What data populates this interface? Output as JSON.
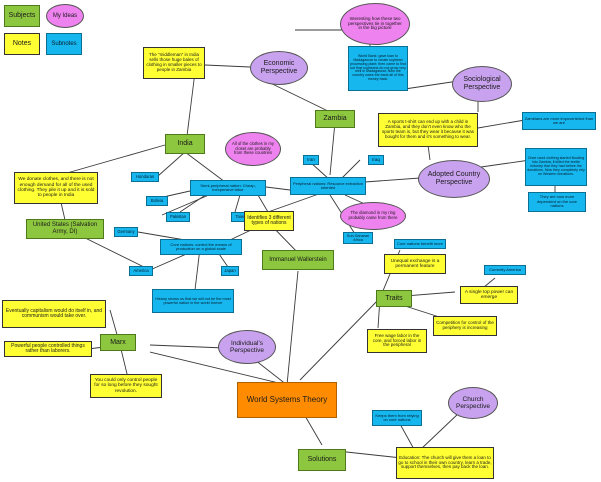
{
  "legend": {
    "subjects": "Subjects",
    "my_ideas": "My Ideas",
    "notes": "Notes",
    "subnotes": "Subnotes"
  },
  "nodes": {
    "interesting": "Interesting how these two perspectives tie in together in the big picture",
    "middleman": "The \"middleman\" in India sells those huge bales of clothing in smaller pieces to people in Zambia",
    "economic": "Economic Perspective",
    "world_bank": "World Bank: gave loan to Madagascar to create soybean processing plant; then came to find out that soybeans do not grow very well in Madagascar. Now the country owes the bank all of this money back.",
    "sociological": "Sociological Perspective",
    "zambia": "Zambia",
    "india": "India",
    "clothes_closet": "All of the clothes in my closet are probably from these countries",
    "tshirt": "A sports t-shirt can end up with a child in Zambia, and they don't even know who the sports team is, but they wear it because it was bought for them and it's something to wear.",
    "zambians": "Zambians are more impoverished than we are",
    "iran": "Iran",
    "iraq": "Iraq",
    "donated": "We donate clothes, and there is not enough demand for all of the used clothing. They pile it up and it is sold to people in India",
    "honduras": "Honduras",
    "semi_peripheral": "Semi-peripheral nation: Cheap, inexpensive labor",
    "bolivia": "Bolivia",
    "pakistan": "Pakistan",
    "taiwan": "Taiwan",
    "peripheral": "Peripheral nations: Resource extraction oriented",
    "adopted": "Adopted Country Perspective",
    "once_used": "Once used clothing started flooding into Zambia, it killed the textile industry that they had before the donations. Now they completely rely on Western donations.",
    "dependent": "They are now more dependent on the core nations",
    "us": "United States (Salvation Army, DI)",
    "germany": "Germany",
    "identifies": "Identifies 3 different types of nations",
    "ring": "The diamond in my ring probably came from there",
    "sub_saharan": "Sub-Saharan Africa",
    "core_nations": "Core nations: control the means of production on a global scale",
    "america": "America",
    "japan": "Japan",
    "wallerstein": "Immanuel Wallerstein",
    "core_benefit": "Core nations benefit more",
    "unequal": "Unequal exchange is a permanent feature",
    "currently_america": "Currently America",
    "history": "History shows us that we will not be the most powerful nation in the world forever",
    "single_top": "A single top power can emerge",
    "traits": "Traits",
    "capitalism": "Eventually capitalism would do itself in, and communism would take over.",
    "competition": "Competition for control of the periphery is increasing",
    "free_wage": "Free wage labor in the core, and forced labor in the peripheral",
    "powerful": "Powerful people controlled things rather than laborers.",
    "marx": "Marx",
    "individual": "Individual's Perspective",
    "control_people": "You could only control people for so long before they sought revolution.",
    "wst": "World Systems Theory",
    "keeps": "Keeps them from relying on core nations",
    "church": "Church Perspective",
    "solutions": "Solutions",
    "education": "Education: The church will give them a loan to go to school in their own country, learn a trade, support themselves, then pay back the loan."
  }
}
